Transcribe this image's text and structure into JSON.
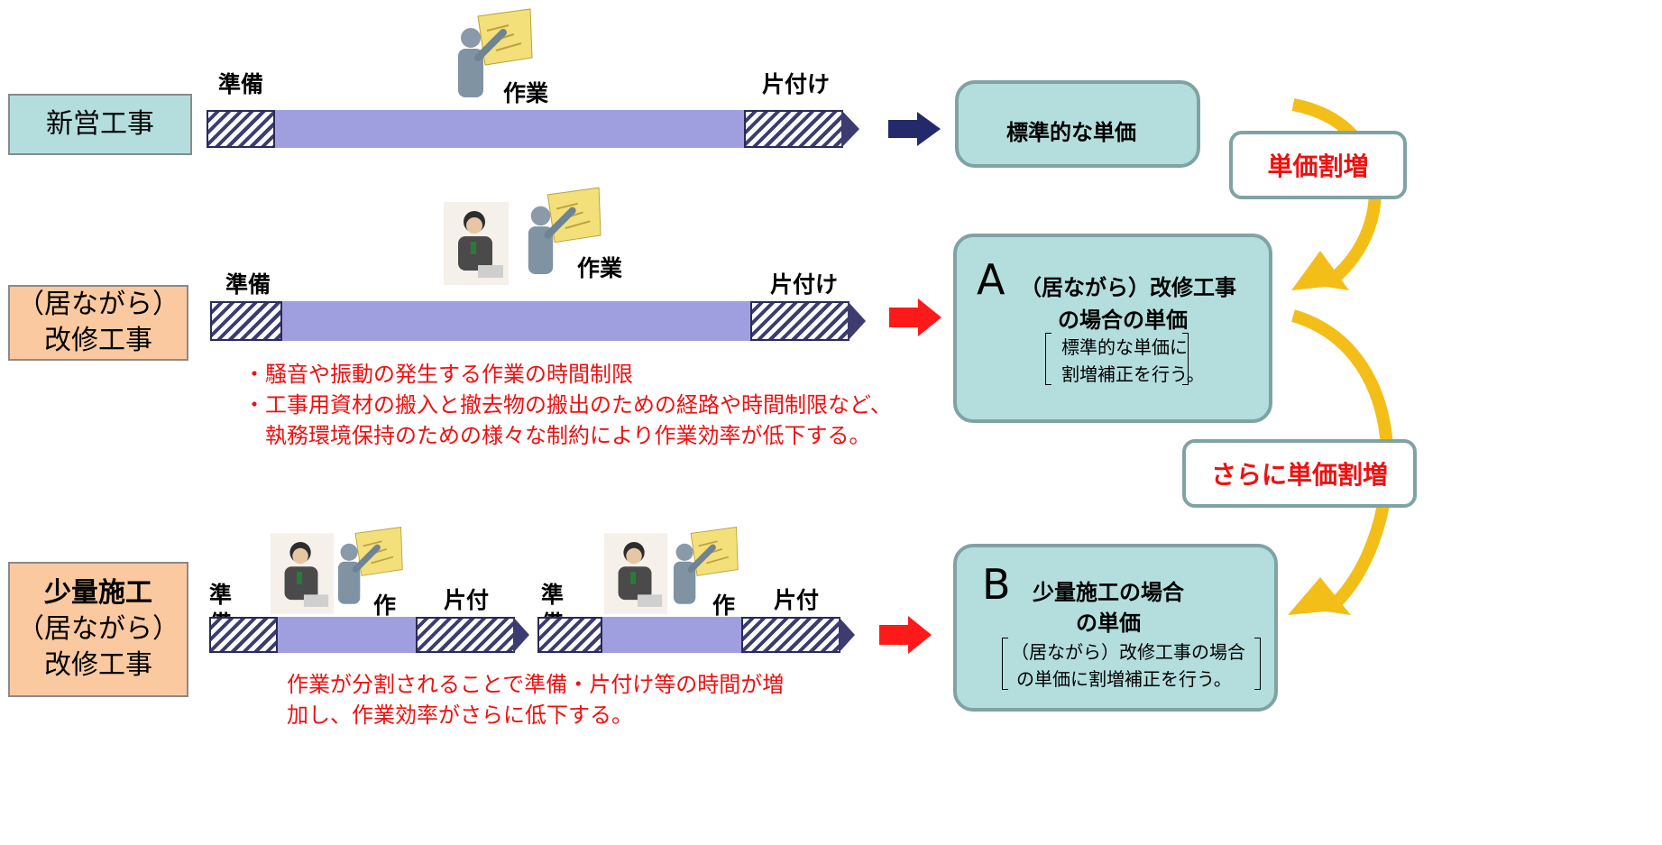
{
  "rows": [
    {
      "label": "新営工事",
      "phases": {
        "prep": "準備",
        "work": "作業",
        "cleanup": "片付け"
      }
    },
    {
      "label_lines": [
        "（居ながら）",
        "改修工事"
      ],
      "phases": {
        "prep": "準備",
        "work": "作業",
        "cleanup": "片付け"
      },
      "notes": [
        "・騒音や振動の発生する作業の時間制限",
        "・工事用資材の搬入と撤去物の搬出のための経路や時間制限など、",
        "　執務環境保持のための様々な制約により作業効率が低下する。"
      ]
    },
    {
      "label_lines": [
        "少量施工",
        "（居ながら）",
        "改修工事"
      ],
      "phases": {
        "prep1": "準備",
        "work1": "作",
        "cleanup1": "片付",
        "prep2": "準備",
        "work2": "作",
        "cleanup2": "片付"
      },
      "notes": [
        "作業が分割されることで準備・片付け等の時間が増",
        "加し、作業効率がさらに低下する。"
      ]
    }
  ],
  "results": {
    "standard": "標準的な単価",
    "a": {
      "letter": "A",
      "title1": "（居ながら）改修工事",
      "title2": "の場合の単価",
      "note1": "標準的な単価に",
      "note2": "割増補正を行う。"
    },
    "b": {
      "letter": "B",
      "title1": "少量施工の場合",
      "title2": "の単価",
      "note1": "（居ながら）改修工事の場合",
      "note2": "の単価に割増補正を行う。"
    }
  },
  "increments": {
    "first": "単価割増",
    "second": "さらに単価割増"
  },
  "colors": {
    "navy_arrow": "#232a6b",
    "red_arrow": "#ff1a1a",
    "curve_arrow": "#f4be18",
    "bar": "#9f9fdf"
  }
}
